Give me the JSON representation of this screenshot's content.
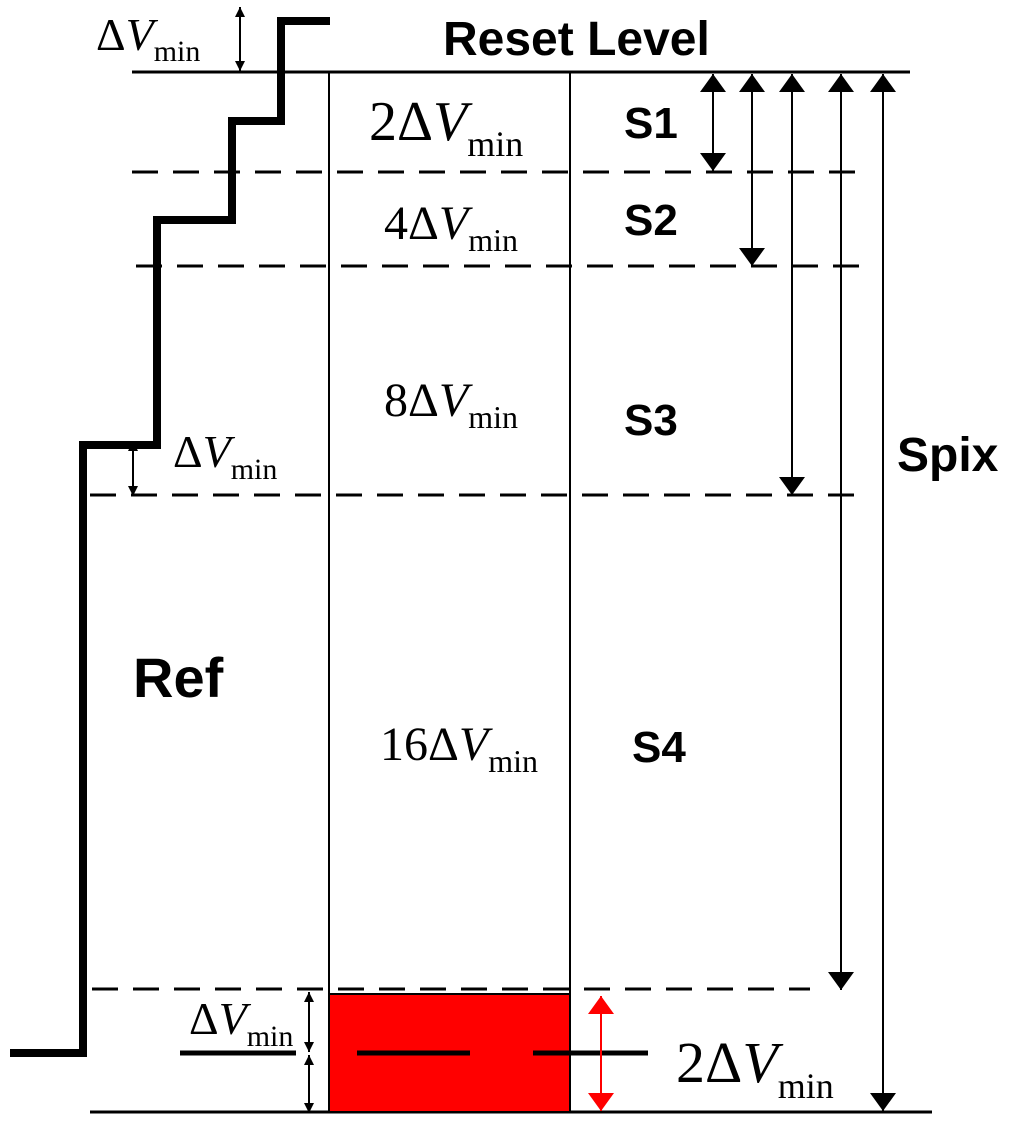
{
  "labels": {
    "reset_level": "Reset Level",
    "ref": "Ref",
    "spix": "Spix",
    "s1": "S1",
    "s2": "S2",
    "s3": "S3",
    "s4": "S4"
  },
  "math": {
    "delta": "Δ",
    "V": "V",
    "sub": "min",
    "coef_2": "2",
    "coef_4": "4",
    "coef_8": "8",
    "coef_16": "16"
  },
  "colors": {
    "line": "#000000",
    "highlight_fill": "#ff0000",
    "red_arrow": "#ff0000"
  }
}
